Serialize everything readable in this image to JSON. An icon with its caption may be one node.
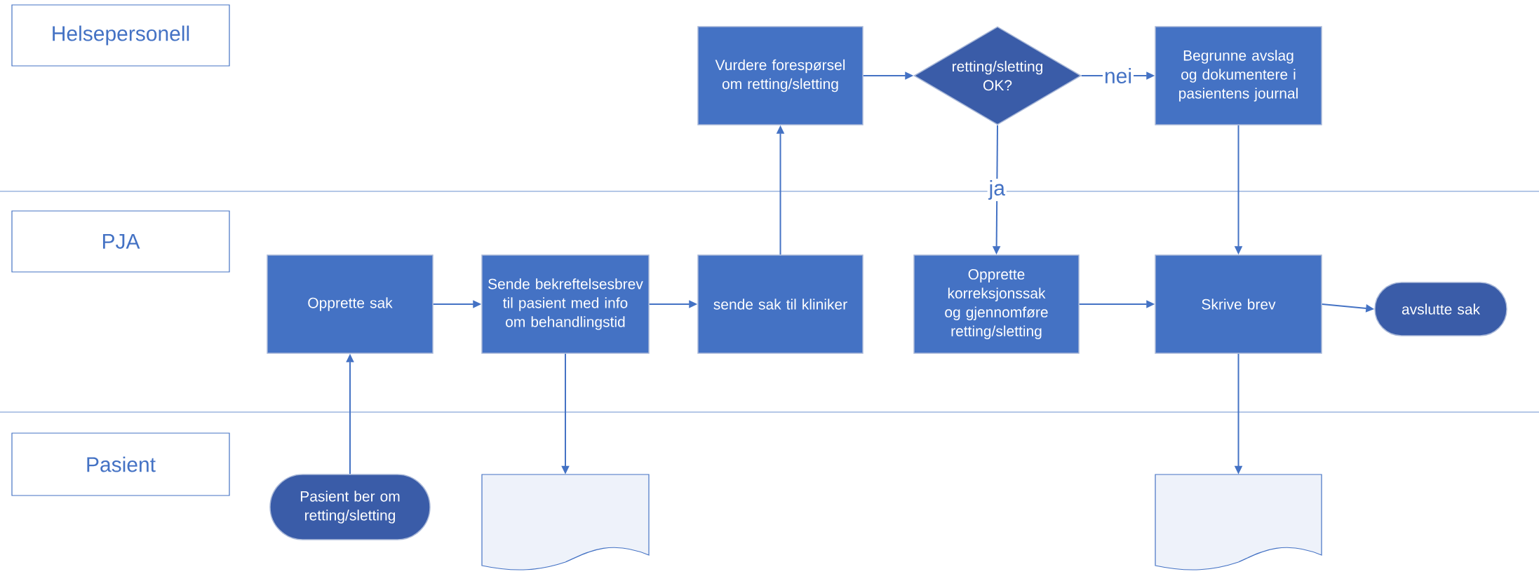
{
  "diagram": {
    "nodes": [
      {
        "text": [
          "Helsepersonell"
        ]
      },
      {
        "text": [
          "PJA"
        ]
      },
      {
        "text": [
          "Pasient"
        ]
      },
      {
        "text": [
          "Opprette sak"
        ]
      },
      {
        "text": [
          "Sende bekreftelsesbrev til pasient med info om behandlingstid"
        ]
      },
      {
        "text": [
          "sende sak til kliniker"
        ]
      },
      {
        "text": [
          "Vurdere forespørsel om retting/sletting"
        ]
      },
      {
        "text": [
          "retting/sletting OK?"
        ]
      },
      {
        "text": [
          "Begrunne avslag og dokumentere i pasientens journal"
        ]
      },
      {
        "text": [
          "Opprette korreksjonssak og gjennomføre retting/sletting"
        ]
      },
      {
        "text": [
          "Skrive brev"
        ]
      },
      {
        "text": [
          "avslutte sak"
        ]
      },
      {
        "text": [
          "Pasient ber om retting/sletting"
        ]
      },
      {
        "text": [],
        "shape": "document"
      },
      {
        "text": [],
        "shape": "document"
      }
    ],
    "edges": [
      {
        "from": 12,
        "to": 3,
        "arrow": "to"
      },
      {
        "from": 3,
        "to": 4,
        "arrow": "to"
      },
      {
        "from": 4,
        "to": 5,
        "arrow": "to"
      },
      {
        "from": 5,
        "to": 6,
        "arrow": "to"
      },
      {
        "from": 6,
        "to": 7,
        "arrow": "to"
      },
      {
        "from": 7,
        "to": 8,
        "label": "nei",
        "arrow": "to"
      },
      {
        "from": 7,
        "to": 9,
        "label": "ja",
        "arrow": "to"
      },
      {
        "from": 8,
        "to": 10,
        "arrow": "to"
      },
      {
        "from": 9,
        "to": 10,
        "arrow": "to"
      },
      {
        "from": 10,
        "to": 11,
        "arrow": "to"
      },
      {
        "from": 4,
        "to": 13,
        "arrow": "to"
      },
      {
        "from": 10,
        "to": 14,
        "arrow": "to"
      }
    ]
  }
}
